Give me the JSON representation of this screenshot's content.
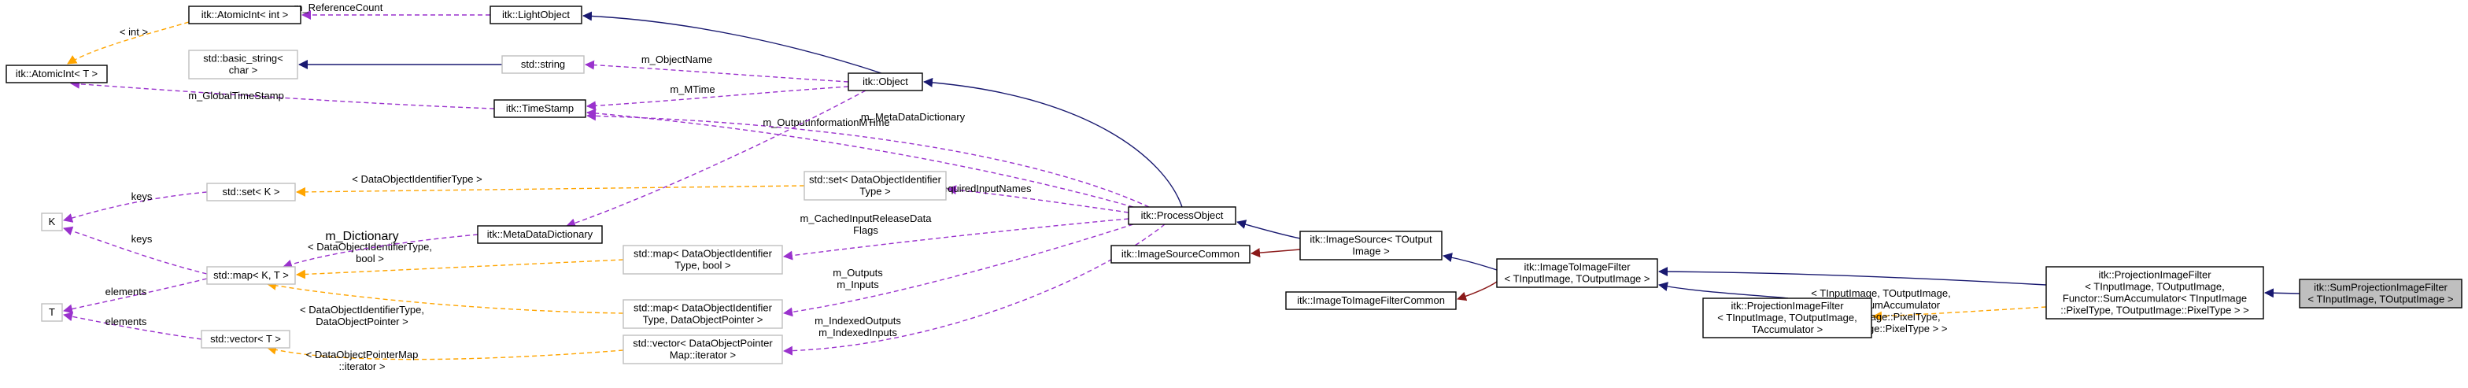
{
  "colors": {
    "inherit": "#191970",
    "private_inherit": "#8b1a1a",
    "usage": "#9a32cd",
    "template": "#ffa500",
    "node_border": "#000000",
    "node_border_grey": "#bfbfbf",
    "highlight_fill": "#bfbfbf"
  },
  "nodes": [
    {
      "id": "atomicint_int",
      "lines": [
        "itk::AtomicInt< int >"
      ],
      "style": "normal"
    },
    {
      "id": "lightobject",
      "lines": [
        "itk::LightObject"
      ],
      "style": "normal"
    },
    {
      "id": "atomicint_t",
      "lines": [
        "itk::AtomicInt< T >"
      ],
      "style": "normal"
    },
    {
      "id": "basic_string",
      "lines": [
        "std::basic_string<",
        "char >"
      ],
      "style": "grey"
    },
    {
      "id": "std_string",
      "lines": [
        "std::string"
      ],
      "style": "grey"
    },
    {
      "id": "object",
      "lines": [
        "itk::Object"
      ],
      "style": "normal"
    },
    {
      "id": "timestamp",
      "lines": [
        "itk::TimeStamp"
      ],
      "style": "normal"
    },
    {
      "id": "set_k",
      "lines": [
        "std::set< K >"
      ],
      "style": "grey"
    },
    {
      "id": "set_doit",
      "lines": [
        "std::set< DataObjectIdentifier",
        "Type >"
      ],
      "style": "grey"
    },
    {
      "id": "k",
      "lines": [
        "K"
      ],
      "style": "grey"
    },
    {
      "id": "metadatadict",
      "lines": [
        "itk::MetaDataDictionary"
      ],
      "style": "normal"
    },
    {
      "id": "processobject",
      "lines": [
        "itk::ProcessObject"
      ],
      "style": "normal"
    },
    {
      "id": "imagesource",
      "lines": [
        "itk::ImageSource< TOutput",
        "Image >"
      ],
      "style": "normal"
    },
    {
      "id": "imagesourcecommon",
      "lines": [
        "itk::ImageSourceCommon"
      ],
      "style": "normal"
    },
    {
      "id": "map_kt",
      "lines": [
        "std::map< K, T >"
      ],
      "style": "grey"
    },
    {
      "id": "map_bool",
      "lines": [
        "std::map< DataObjectIdentifier",
        "Type, bool >"
      ],
      "style": "grey"
    },
    {
      "id": "t",
      "lines": [
        "T"
      ],
      "style": "grey"
    },
    {
      "id": "itoif",
      "lines": [
        "itk::ImageToImageFilter",
        "< TInputImage, TOutputImage >"
      ],
      "style": "normal"
    },
    {
      "id": "itoifcommon",
      "lines": [
        "itk::ImageToImageFilterCommon"
      ],
      "style": "normal"
    },
    {
      "id": "map_dop",
      "lines": [
        "std::map< DataObjectIdentifier",
        "Type, DataObjectPointer >"
      ],
      "style": "grey"
    },
    {
      "id": "vector_t",
      "lines": [
        "std::vector< T >"
      ],
      "style": "grey"
    },
    {
      "id": "projfilter_acc",
      "lines": [
        "itk::ProjectionImageFilter",
        "< TInputImage, TOutputImage,",
        "TAccumulator >"
      ],
      "style": "normal"
    },
    {
      "id": "projfilter_sum",
      "lines": [
        "itk::ProjectionImageFilter",
        "< TInputImage, TOutputImage,",
        "Functor::SumAccumulator< TInputImage",
        "::PixelType, TOutputImage::PixelType > >"
      ],
      "style": "normal"
    },
    {
      "id": "sumprojection",
      "lines": [
        "itk::SumProjectionImageFilter",
        "< TInputImage, TOutputImage >"
      ],
      "style": "highlight"
    },
    {
      "id": "vector_dopm",
      "lines": [
        "std::vector< DataObjectPointer",
        "Map::iterator >"
      ],
      "style": "grey"
    }
  ],
  "edges": [
    {
      "id": "e_refcount",
      "kind": "usage",
      "lines": [
        "m_ReferenceCount"
      ]
    },
    {
      "id": "e_int",
      "kind": "template",
      "lines": [
        "< int >"
      ]
    },
    {
      "id": "e_globaltime",
      "kind": "usage",
      "lines": [
        "m_GlobalTimeStamp"
      ]
    },
    {
      "id": "e_basic_string",
      "kind": "inherit",
      "lines": []
    },
    {
      "id": "e_lightobject",
      "kind": "inherit",
      "lines": []
    },
    {
      "id": "e_objectname",
      "kind": "usage",
      "lines": [
        "m_ObjectName"
      ]
    },
    {
      "id": "e_mtime",
      "kind": "usage",
      "lines": [
        "m_MTime"
      ]
    },
    {
      "id": "e_metadatadictionary",
      "kind": "usage",
      "lines": [
        "m_MetaDataDictionary"
      ]
    },
    {
      "id": "e_outputinfomtime",
      "kind": "usage",
      "lines": [
        "m_OutputInformationMTime"
      ]
    },
    {
      "id": "e_object",
      "kind": "inherit",
      "lines": []
    },
    {
      "id": "e_doit_type",
      "kind": "template",
      "lines": [
        "< DataObjectIdentifierType >"
      ]
    },
    {
      "id": "e_keys1",
      "kind": "usage",
      "lines": [
        "keys"
      ]
    },
    {
      "id": "e_requiredinputnames",
      "kind": "usage",
      "lines": [
        "m_RequiredInputNames"
      ]
    },
    {
      "id": "e_dictionary",
      "kind": "usage",
      "lines": [
        "m_Dictionary"
      ]
    },
    {
      "id": "e_keys2",
      "kind": "usage",
      "lines": [
        "keys"
      ]
    },
    {
      "id": "e_elements1",
      "kind": "usage",
      "lines": [
        "elements"
      ]
    },
    {
      "id": "e_map_bool_tpl",
      "kind": "template",
      "lines": [
        "< DataObjectIdentifierType,",
        "bool >"
      ]
    },
    {
      "id": "e_cachedinput",
      "kind": "usage",
      "lines": [
        "m_CachedInputReleaseData",
        "Flags"
      ]
    },
    {
      "id": "e_map_dop_tpl",
      "kind": "template",
      "lines": [
        "< DataObjectIdentifierType,",
        "DataObjectPointer >"
      ]
    },
    {
      "id": "e_outputs_inputs",
      "kind": "usage",
      "lines": [
        "m_Outputs",
        "m_Inputs"
      ]
    },
    {
      "id": "e_elements2",
      "kind": "usage",
      "lines": [
        "elements"
      ]
    },
    {
      "id": "e_vector_tpl",
      "kind": "template",
      "lines": [
        "< DataObjectPointerMap",
        "::iterator >"
      ]
    },
    {
      "id": "e_indexed",
      "kind": "usage",
      "lines": [
        "m_IndexedOutputs",
        "m_IndexedInputs"
      ]
    },
    {
      "id": "e_processobject",
      "kind": "inherit",
      "lines": []
    },
    {
      "id": "e_imagesourcecommon",
      "kind": "private_inherit",
      "lines": []
    },
    {
      "id": "e_imagesource",
      "kind": "inherit",
      "lines": []
    },
    {
      "id": "e_itoifcommon",
      "kind": "private_inherit",
      "lines": []
    },
    {
      "id": "e_itoif_to_sum",
      "kind": "inherit",
      "lines": []
    },
    {
      "id": "e_itoif_to_acc",
      "kind": "inherit",
      "lines": []
    },
    {
      "id": "e_sumaccum_tpl",
      "kind": "template",
      "lines": [
        "< TInputImage, TOutputImage,",
        "Functor::SumAccumulator",
        "< TInputImage::PixelType,",
        "TOutputImage::PixelType > >"
      ]
    },
    {
      "id": "e_projsum",
      "kind": "inherit",
      "lines": []
    }
  ]
}
